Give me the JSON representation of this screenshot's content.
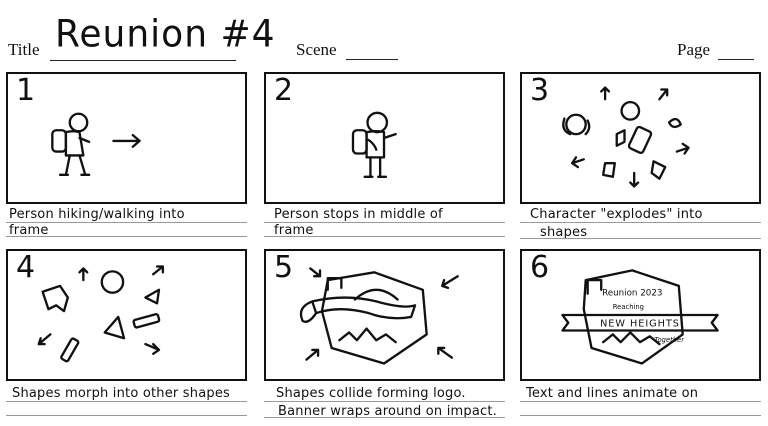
{
  "header": {
    "title_label": "Title",
    "title_value": "Reunion #4",
    "scene_label": "Scene",
    "page_label": "Page"
  },
  "panels": [
    {
      "number": "1",
      "caption_lines": [
        "Person hiking/walking into",
        "frame"
      ]
    },
    {
      "number": "2",
      "caption_lines": [
        "Person stops in middle of",
        "frame"
      ]
    },
    {
      "number": "3",
      "caption_lines": [
        "Character \"explodes\" into",
        "shapes"
      ]
    },
    {
      "number": "4",
      "caption_lines": [
        "Shapes morph into other shapes",
        ""
      ]
    },
    {
      "number": "5",
      "caption_lines": [
        "Shapes collide forming logo.",
        "Banner wraps around on impact."
      ]
    },
    {
      "number": "6",
      "caption_lines": [
        "Text and lines animate on",
        ""
      ],
      "logo_text": {
        "arc": "Reunion 2023",
        "sub": "Reaching",
        "banner": "NEW HEIGHTS",
        "signature": "Together"
      }
    }
  ]
}
